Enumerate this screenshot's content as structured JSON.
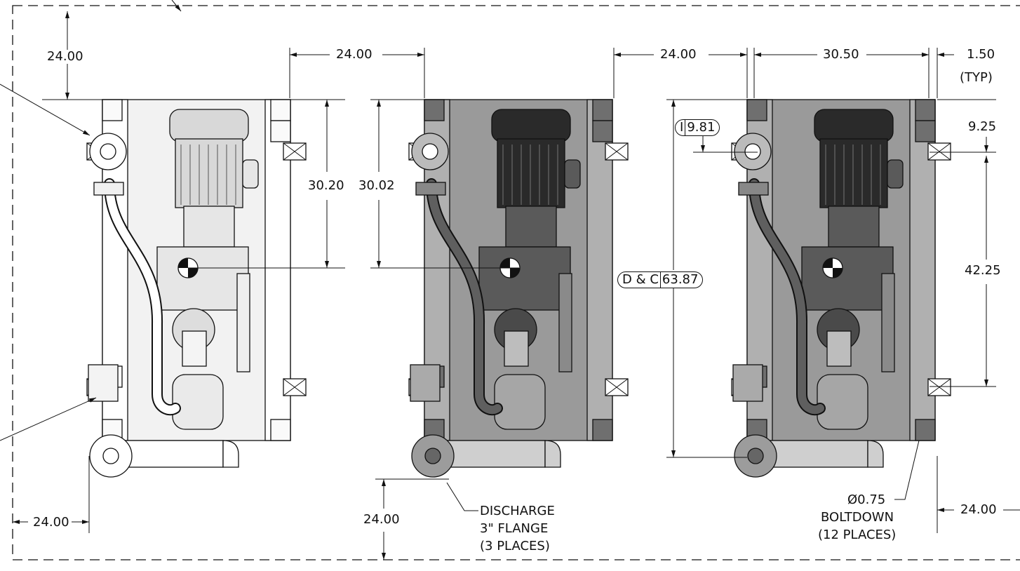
{
  "colors": {
    "line": "#111111",
    "light_frame": "#f2f2f2",
    "shaded_frame": "#9a9a9a",
    "motor_dark": "#2a2a2a",
    "motor_light": "#d8d8d8"
  },
  "views": [
    {
      "name": "outline-view",
      "style": "line"
    },
    {
      "name": "shaded-view",
      "style": "shaded"
    },
    {
      "name": "shaded-view-boltdown",
      "style": "shaded"
    }
  ],
  "dimensions": {
    "clear_top_left": "24.00",
    "clear_top_mid": "24.00",
    "clear_top_right": "24.00",
    "width_right": "30.50",
    "bolt_spacing": "1.50",
    "bolt_spacing_note": "(TYP)",
    "cg_height_left": "30.20",
    "cg_height_mid": "30.02",
    "inlet_offset_prefix": "I",
    "inlet_offset": "9.81",
    "bolt_top_offset": "9.25",
    "bolt_span": "42.25",
    "overall_prefix": "D & C",
    "overall_length": "63.87",
    "clear_bottom_left": "24.00",
    "clear_bottom_mid": "24.00",
    "clear_bottom_right": "24.00"
  },
  "callouts": {
    "discharge": [
      "DISCHARGE",
      "3\" FLANGE",
      "(3 PLACES)"
    ],
    "boltdown": [
      "Ø0.75",
      "BOLTDOWN",
      "(12 PLACES)"
    ]
  }
}
